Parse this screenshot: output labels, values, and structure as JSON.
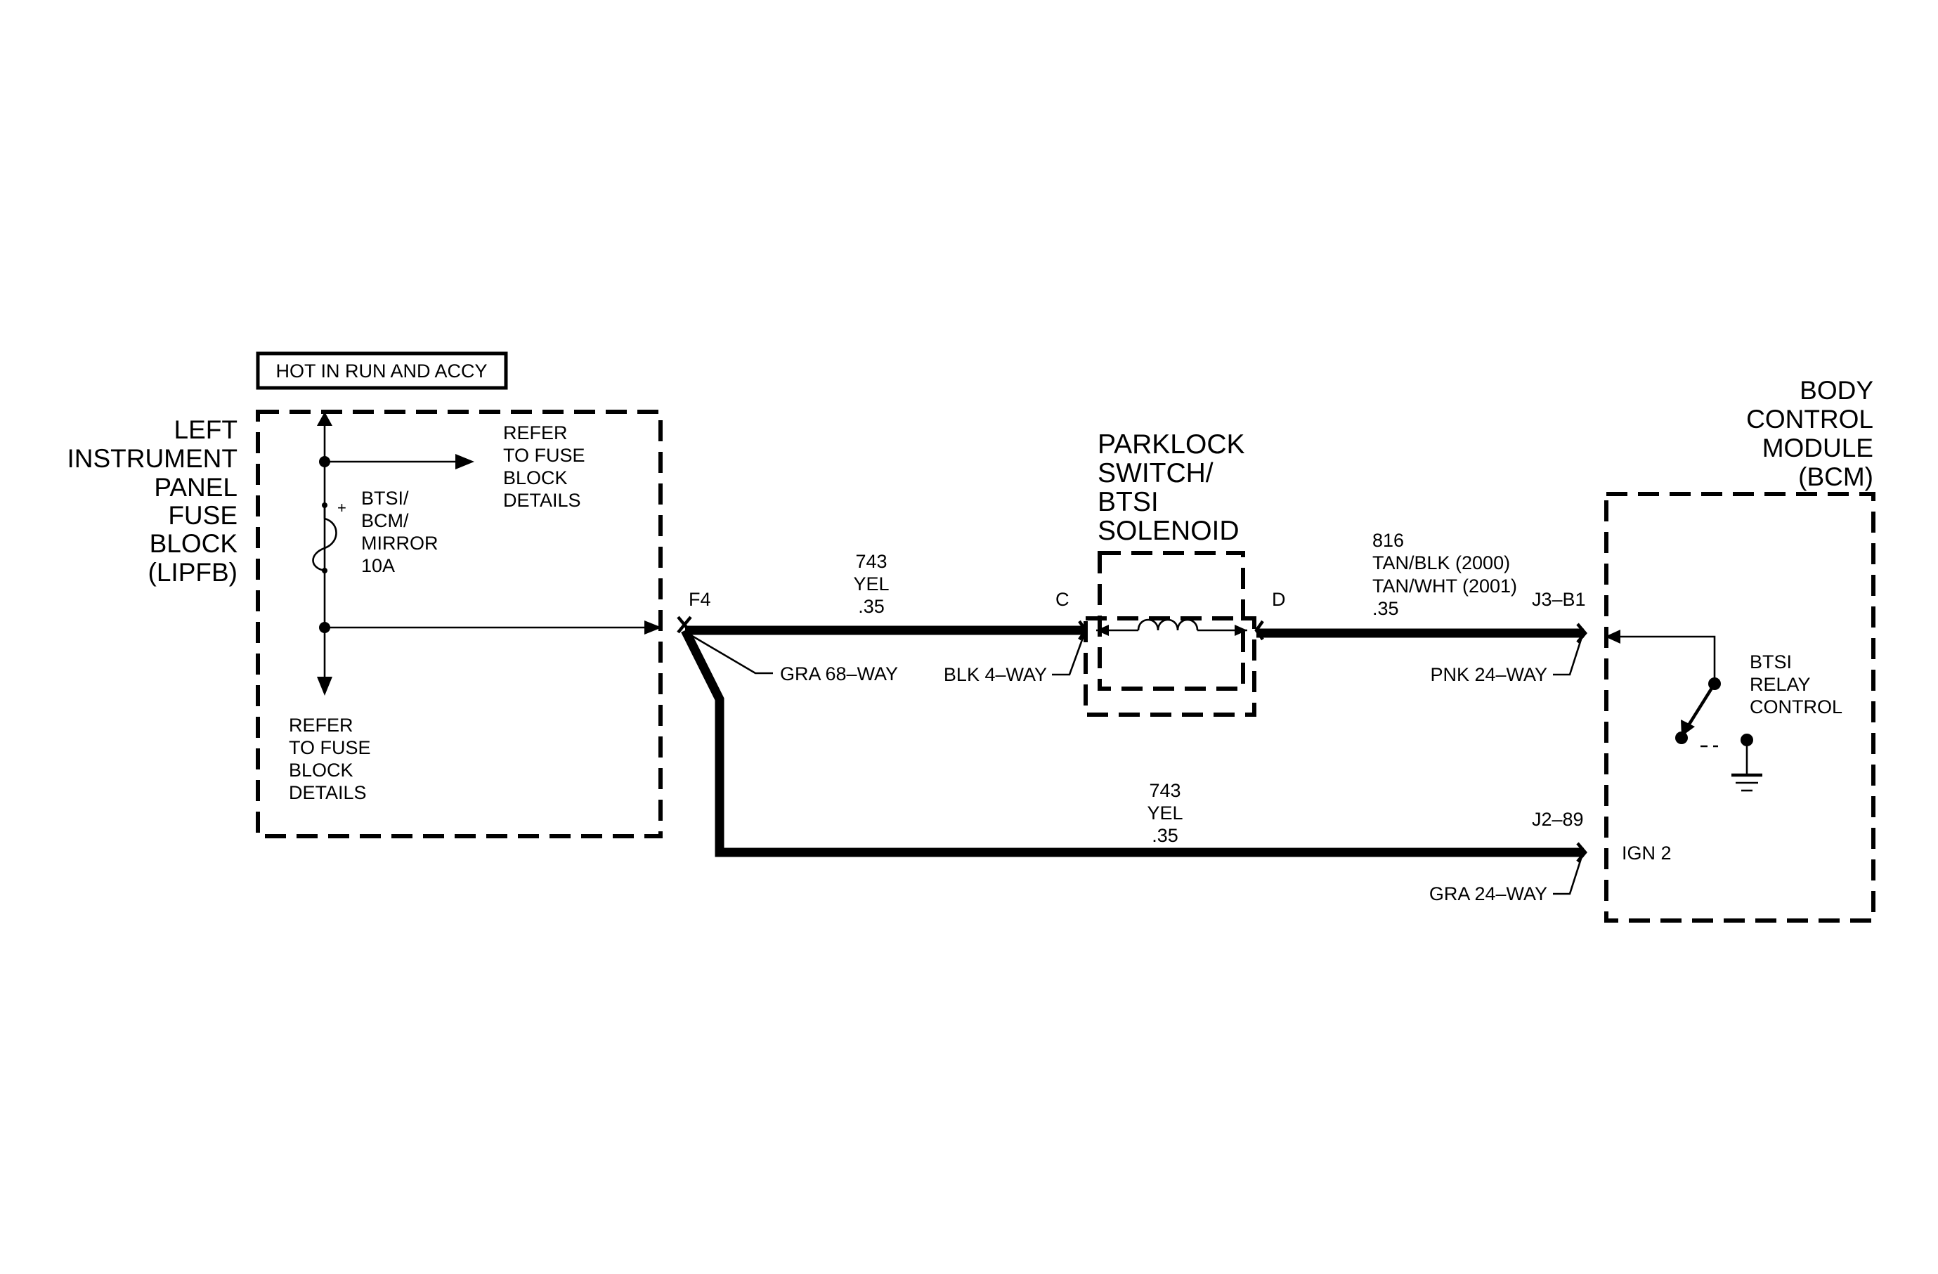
{
  "header": {
    "power_label": "HOT IN RUN AND ACCY"
  },
  "fuse_block": {
    "title": [
      "LEFT",
      "INSTRUMENT",
      "PANEL",
      "FUSE",
      "BLOCK",
      "(LIPFB)"
    ],
    "fuse_label": [
      "BTSI/",
      "BCM/",
      "MIRROR",
      "10A"
    ],
    "fuse_plus": "+",
    "refer_top": [
      "REFER",
      "TO FUSE",
      "BLOCK",
      "DETAILS"
    ],
    "refer_bottom": [
      "REFER",
      "TO FUSE",
      "BLOCK",
      "DETAILS"
    ]
  },
  "solenoid": {
    "title": [
      "PARKLOCK",
      "SWITCH/",
      "BTSI",
      "SOLENOID"
    ]
  },
  "bcm": {
    "title": [
      "BODY",
      "CONTROL",
      "MODULE",
      "(BCM)"
    ],
    "relay_label": [
      "BTSI",
      "RELAY",
      "CONTROL"
    ],
    "ign_label": "IGN 2"
  },
  "connectors": {
    "f4": "F4",
    "c": "C",
    "d": "D",
    "j3_b1": "J3–B1",
    "j2_89": "J2–89",
    "gra68": "GRA 68–WAY",
    "blk4": "BLK 4–WAY",
    "pnk24": "PNK 24–WAY",
    "gra24": "GRA 24–WAY"
  },
  "wires": {
    "w743_top": [
      "743",
      "YEL",
      ".35"
    ],
    "w816": [
      "816",
      "TAN/BLK (2000)",
      "TAN/WHT (2001)",
      ".35"
    ],
    "w743_bottom": [
      "743",
      "YEL",
      ".35"
    ]
  }
}
